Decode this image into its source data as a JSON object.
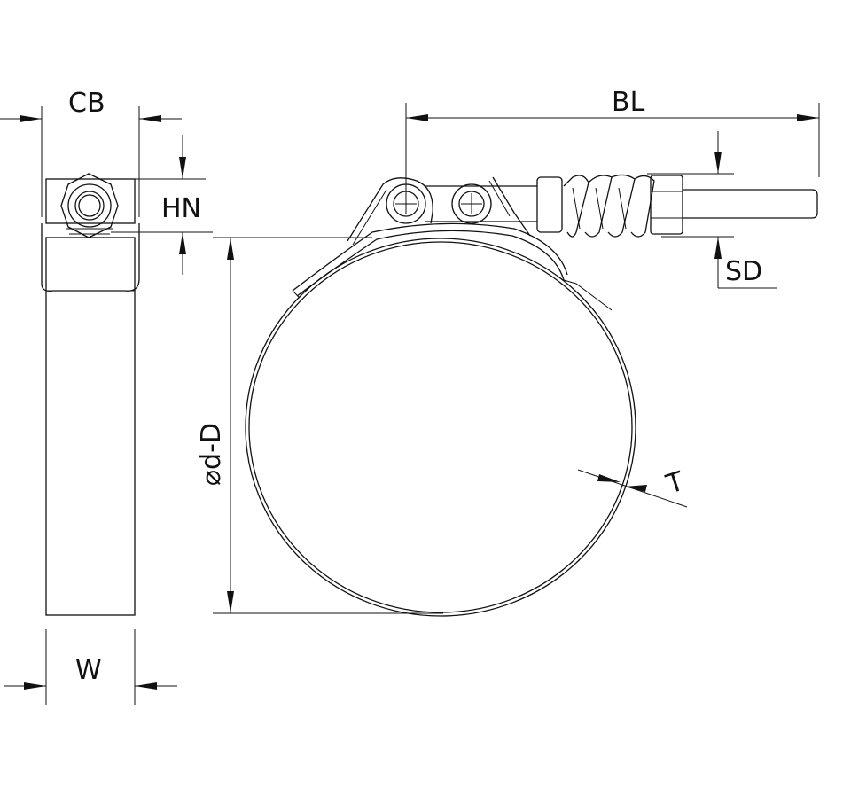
{
  "labels": {
    "cb": "CB",
    "hn": "HN",
    "w": "W",
    "bl": "BL",
    "sd": "SD",
    "diameter": "⌀d-D",
    "t": "T"
  },
  "colors": {
    "line": "#111111",
    "background": "#ffffff"
  }
}
